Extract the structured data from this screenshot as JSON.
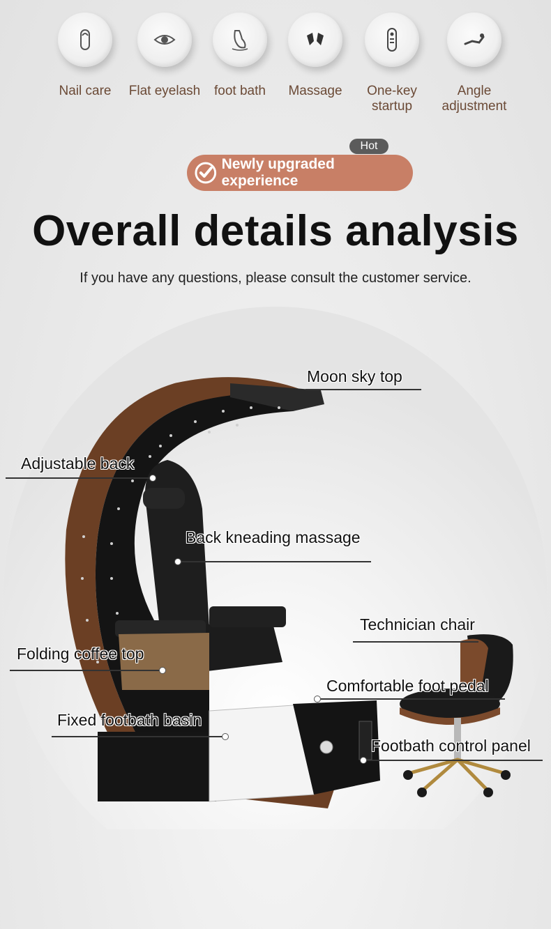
{
  "features": [
    {
      "label": "Nail care",
      "icon": "nail-icon"
    },
    {
      "label": "Flat eyelash",
      "icon": "eye-icon"
    },
    {
      "label": "foot bath",
      "icon": "foot-bath-icon"
    },
    {
      "label": "Massage",
      "icon": "massage-hands-icon"
    },
    {
      "label": "One-key startup",
      "icon": "remote-icon"
    },
    {
      "label": "Angle adjustment",
      "icon": "recline-icon"
    }
  ],
  "badge": {
    "hot": "Hot",
    "upgrade": "Newly upgraded experience"
  },
  "heading": {
    "title": "Overall details analysis",
    "subtitle": "If you have any questions, please consult the customer service."
  },
  "callouts": {
    "moon_top": "Moon sky top",
    "adjustable_back": "Adjustable back",
    "back_kneading": "Back kneading massage",
    "technician_chair": "Technician chair",
    "folding_top": "Folding coffee top",
    "foot_pedal": "Comfortable foot pedal",
    "basin": "Fixed footbath basin",
    "control_panel": "Footbath control panel"
  },
  "colors": {
    "accent": "#c87f66",
    "feature_text": "#6b4a36",
    "wood": "#6b3f24"
  }
}
